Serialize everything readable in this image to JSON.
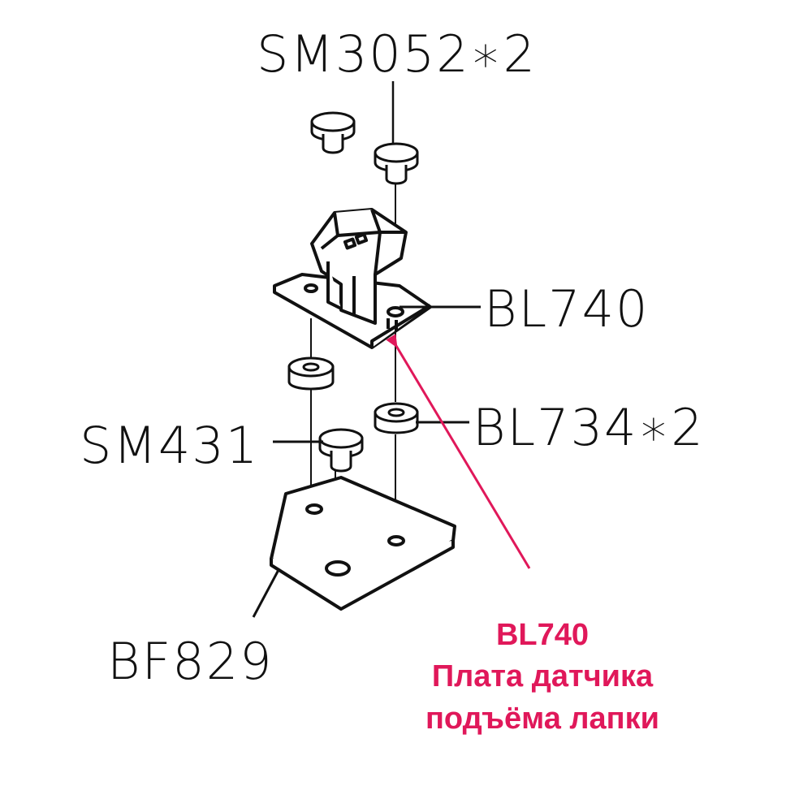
{
  "labels": {
    "top_screws": "SM3052∗2",
    "sensor_board": "BL740",
    "spacers": "BL734∗2",
    "single_screw": "SM431",
    "base_plate": "BF829"
  },
  "note": {
    "code": "BL740",
    "line1": "Плата датчика",
    "line2": "подъёма лапки"
  },
  "colors": {
    "line": "#111111",
    "accent": "#e0185a"
  }
}
